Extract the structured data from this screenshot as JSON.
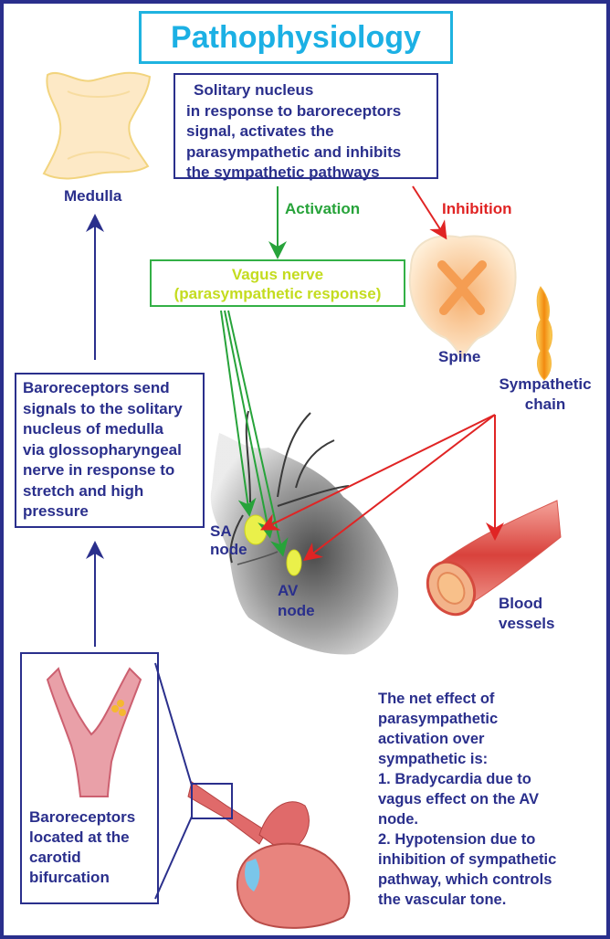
{
  "title": "Pathophysiology",
  "medulla": {
    "label": "Medulla"
  },
  "solitary_nucleus": {
    "lines": [
      "Solitary nucleus",
      "in response to baroreceptors",
      "signal, activates the",
      "parasympathetic and inhibits",
      "the sympathetic pathways"
    ]
  },
  "activation_label": "Activation",
  "inhibition_label": "Inhibition",
  "vagus": {
    "line1": "Vagus nerve",
    "line2": "(parasympathetic response)"
  },
  "spine_label": "Spine",
  "sympathetic_chain": {
    "line1": "Sympathetic",
    "line2": "chain"
  },
  "baroreceptors_send": {
    "lines": [
      "Baroreceptors send",
      "signals to the solitary",
      "nucleus of medulla",
      "via glossopharyngeal",
      "nerve in response to",
      "stretch and high",
      "pressure"
    ]
  },
  "heart": {
    "sa_line1": "SA",
    "sa_line2": "node",
    "av_line1": "AV",
    "av_line2": "node"
  },
  "blood_vessels": {
    "line1": "Blood",
    "line2": "vessels"
  },
  "carotid": {
    "lines": [
      "Baroreceptors",
      "located at the",
      "carotid",
      "bifurcation"
    ]
  },
  "net_effect": {
    "lines": [
      "The net effect of",
      "parasympathetic",
      "activation over",
      "sympathetic is:",
      "1. Bradycardia due to",
      "vagus effect on the AV",
      "node.",
      "2. Hypotension due to",
      "inhibition of sympathetic",
      "pathway, which controls",
      "the vascular tone."
    ]
  },
  "colors": {
    "navy": "#2a2f8c",
    "title_cyan": "#1cb0e4",
    "activation_green": "#27a33a",
    "inhibition_red": "#e02424",
    "vagus_lime": "#c7e01c"
  }
}
